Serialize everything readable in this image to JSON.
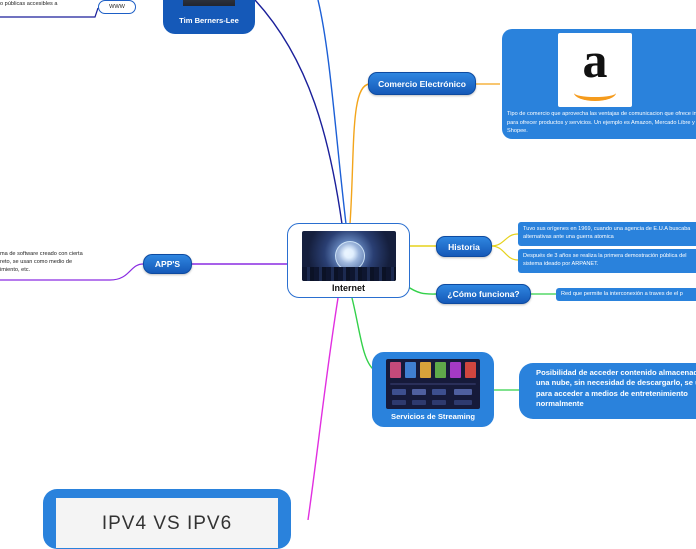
{
  "central": {
    "label": "Internet"
  },
  "topics": {
    "tim": "Tim Berners-Lee",
    "comercio": "Comercio Electrónico",
    "historia": "Historia",
    "como": "¿Cómo funciona?",
    "apps": "APP'S",
    "streaming": "Servicios de Streaming"
  },
  "tim_branch": {
    "www": "WWW",
    "note": "o públicas accesibles a"
  },
  "comercio_note": {
    "logo": "a",
    "text": "Tipo de comercio que aprovecha las ventajas de comunicacion que ofrece internet para ofrecer productos y servicios. Un ejemplo es Amazon, Mercado Libre y Shopee."
  },
  "historia_notes": [
    "Tuvo sus orígenes en 1969, cuando una agencia de E.U.A buscaba alternativas ante una guerra atomica",
    "Después de 3 años se realiza la primera demostración pública del sistema ideado por ARPANET."
  ],
  "como_note": "Red que permite la interconexión a traves de el p",
  "apps_note": {
    "line1": "ma de software creado con cierta",
    "line2": "reto, se usan como medio de",
    "line3": "imiento, etc."
  },
  "streaming_note": "Posibilidad de acceder contenido almacenado en una nube, sin necesidad de descargarlo, se usa para acceder a medios de entretenimiento normalmente",
  "ipv": {
    "title": "IPV4   VS   IPV6"
  },
  "colors": {
    "topic_blue": "#1559b8",
    "note_blue": "#2a82dc",
    "line_navy": "#1a1f9a",
    "line_blue": "#1c5fd6",
    "line_orange": "#f3a51b",
    "line_yellow": "#e6d21c",
    "line_green": "#33d14a",
    "line_purple": "#8a2be2",
    "line_magenta": "#e12fe0"
  }
}
